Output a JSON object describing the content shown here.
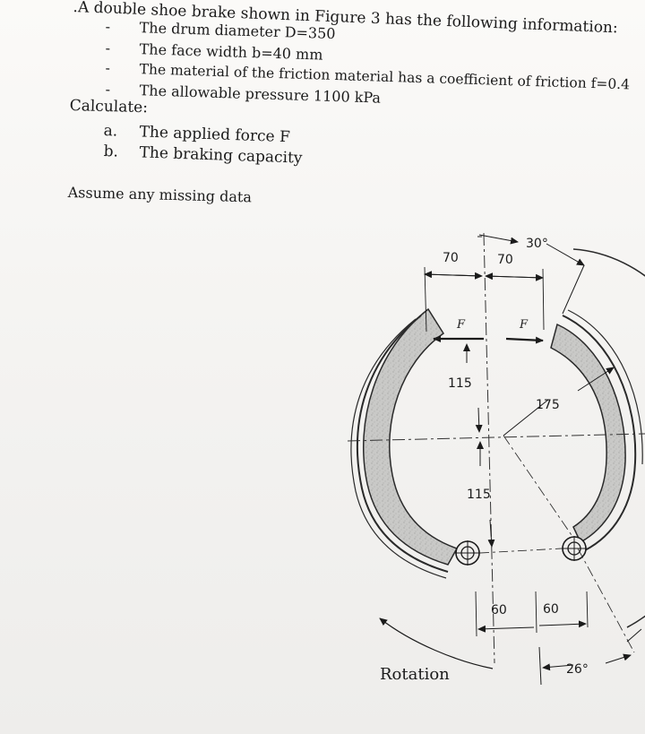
{
  "problem": {
    "intro": ".A double shoe brake shown in Figure 3 has the following information:",
    "given": [
      "The drum diameter D=350",
      "The face width b=40 mm",
      "The material of the friction material has a coefficient of friction f=0.4",
      "The allowable pressure 1100 kPa"
    ],
    "calculate_label": "Calculate:",
    "tasks": [
      {
        "marker": "a.",
        "text": "The applied force F"
      },
      {
        "marker": "b.",
        "text": "The braking capacity"
      }
    ],
    "assumption": "Assume any missing data",
    "bullet_marker": "-"
  },
  "figure": {
    "dims": {
      "left_offset": "70",
      "right_offset": "70",
      "upper_height": "115",
      "lower_height": "115",
      "radius": "175",
      "pivot_left": "60",
      "pivot_right": "60",
      "angle_top": "30°",
      "angle_bottom": "26°"
    },
    "force_label": "F",
    "rotation_label": "Rotation"
  }
}
